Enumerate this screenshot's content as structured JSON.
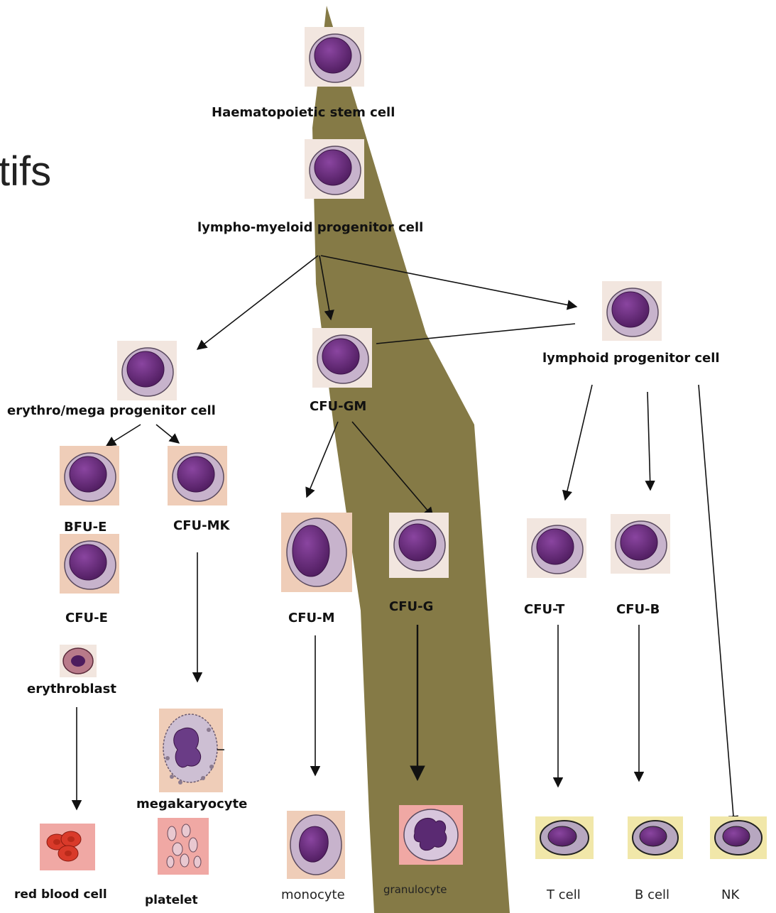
{
  "title_fragment": "tifs",
  "labels": {
    "hsc": "Haematopoietic stem cell",
    "lmp": "lympho-myeloid progenitor cell",
    "emp": "erythro/mega progenitor cell",
    "cfu_gm": "CFU-GM",
    "lymphoid": "lymphoid progenitor cell",
    "bfu_e": "BFU-E",
    "cfu_mk": "CFU-MK",
    "cfu_e": "CFU-E",
    "erythroblast": "erythroblast",
    "megakaryocyte": "megakaryocyte",
    "cfu_m": "CFU-M",
    "cfu_g": "CFU-G",
    "cfu_t": "CFU-T",
    "cfu_b": "CFU-B",
    "red_blood_cell": "red blood cell",
    "platelet": "platelet",
    "monocyte": "monocyte",
    "granulocyte": "granulocyte",
    "t_cell": "T cell",
    "b_cell": "B cell",
    "nk": "NK"
  },
  "colors": {
    "band": "#857a46",
    "nucleus": "#6a2a7e",
    "cytoplasm": "#c7b3cc",
    "tile_pale": "#f2e6df",
    "tile_peach": "#efcdb8",
    "tile_yellow": "#f1e7a9",
    "tile_pink": "#f0a8a4"
  }
}
